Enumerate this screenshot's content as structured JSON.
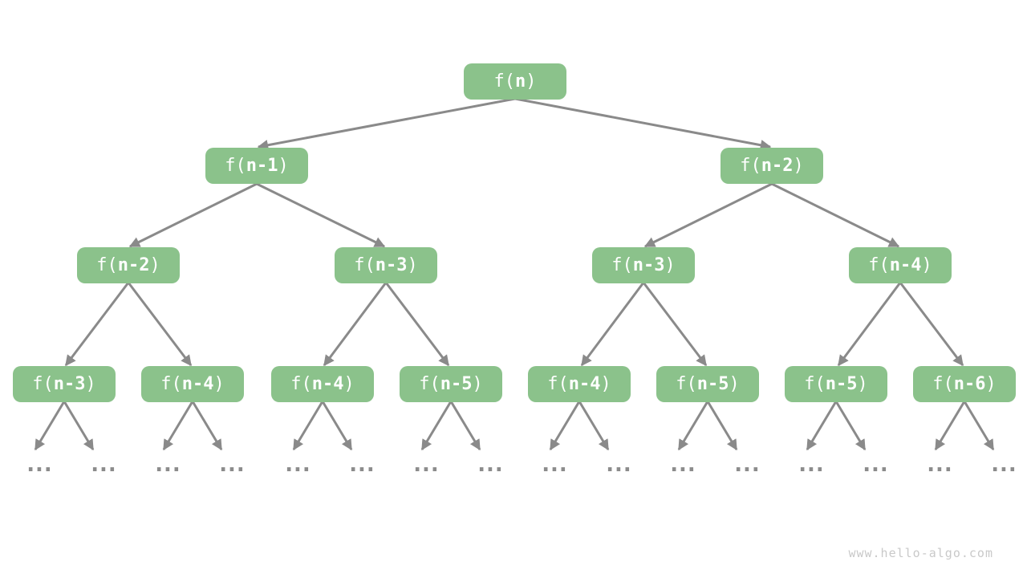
{
  "colors": {
    "background": "#ffffff",
    "node-green": "#8BC28B",
    "node-text": "#ffffff",
    "arrow-gray": "#8A8A8A",
    "dots-gray": "#8C8C8C",
    "watermark-gray": "#C9C9C9"
  },
  "nodes": [
    {
      "level": 1,
      "prefix": "f(",
      "arg": "n",
      "suffix": ")"
    },
    {
      "level": 2,
      "prefix": "f(",
      "arg": "n-1",
      "suffix": ")"
    },
    {
      "level": 2,
      "prefix": "f(",
      "arg": "n-2",
      "suffix": ")"
    },
    {
      "level": 3,
      "prefix": "f(",
      "arg": "n-2",
      "suffix": ")"
    },
    {
      "level": 3,
      "prefix": "f(",
      "arg": "n-3",
      "suffix": ")"
    },
    {
      "level": 3,
      "prefix": "f(",
      "arg": "n-3",
      "suffix": ")"
    },
    {
      "level": 3,
      "prefix": "f(",
      "arg": "n-4",
      "suffix": ")"
    },
    {
      "level": 4,
      "prefix": "f(",
      "arg": "n-3",
      "suffix": ")"
    },
    {
      "level": 4,
      "prefix": "f(",
      "arg": "n-4",
      "suffix": ")"
    },
    {
      "level": 4,
      "prefix": "f(",
      "arg": "n-4",
      "suffix": ")"
    },
    {
      "level": 4,
      "prefix": "f(",
      "arg": "n-5",
      "suffix": ")"
    },
    {
      "level": 4,
      "prefix": "f(",
      "arg": "n-4",
      "suffix": ")"
    },
    {
      "level": 4,
      "prefix": "f(",
      "arg": "n-5",
      "suffix": ")"
    },
    {
      "level": 4,
      "prefix": "f(",
      "arg": "n-5",
      "suffix": ")"
    },
    {
      "level": 4,
      "prefix": "f(",
      "arg": "n-6",
      "suffix": ")"
    }
  ],
  "ellipsis": "...",
  "watermark": "www.hello-algo.com"
}
